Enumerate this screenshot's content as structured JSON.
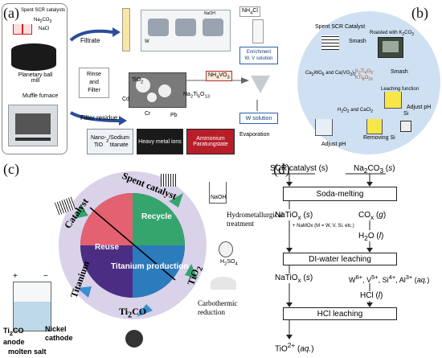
{
  "panel_a": {
    "label": "(a)",
    "inputs": [
      "Spent SCR catalysts",
      "Na2CO3",
      "NaCl"
    ],
    "mill": "Planetary ball mill",
    "furnace": "Muffle furnace",
    "filtrate": "Filtrate",
    "rinse": "Rinse and Filter",
    "residue": "Filter residue",
    "nh4cl": "NH4Cl",
    "enrichment": "Enrichment W, V solution",
    "nh4vo3": "NH4VO3",
    "wsol": "W solution",
    "evap": "Evaporation",
    "out1": "Nano-TiO2/Sodium titanate",
    "out2": "Heavy metal ions",
    "out3": "Ammonium Paratungstate",
    "elements": [
      "TiO2",
      "Cd",
      "Cr",
      "Pb",
      "Na2Ti6O13"
    ],
    "naoh": "NaOH",
    "w": "W"
  },
  "panel_b": {
    "label": "(b)",
    "spent": "Spent SCR Catalyst",
    "smash1": "Smash",
    "roasted": "Roasted with K2CO3",
    "smash2": "Smash",
    "k": "K2Ti4O9 · KTi8O16",
    "leach": "Leaching function",
    "ph1": "Adjust pH",
    "products": "Ca3WO6 and Ca(VO3)2",
    "h2o2": "H2O2 and CaCl2",
    "si": "Si",
    "rmsi": "Removing Si",
    "ph2": "Adjust pH"
  },
  "panel_c": {
    "label": "(c)",
    "ring": [
      "Catalyst",
      "Spent catalyst",
      "TiO2",
      "Ti2CO",
      "Titanium"
    ],
    "inner": [
      "Recycle",
      "Reuse",
      "Titanium production"
    ],
    "naoh": "NaOH",
    "hydro": "Hydrometallurgical treatment",
    "h2so4": "H2SO4",
    "carbo": "Carbothermic reduction",
    "anode": "Ti2CO anode",
    "cathode": "Nickel cathode",
    "salt": "molten salt",
    "plus": "+",
    "minus": "−"
  },
  "panel_d": {
    "label": "(d)",
    "scr": "SCR catalyst (s)",
    "na2co3": "Na2CO3 (s)",
    "soda": "Soda-melting",
    "natiox1": "NaTiOx (s)",
    "cox": "COx (g)",
    "namox": "+ NaMOx (M = W, V, Si, etc.)",
    "h2o": "H2O (l)",
    "di": "DI-water leaching",
    "natiox2": "NaTiOx (s)",
    "ions": "W6+, V5+, Si4+, Al3+ (aq.)",
    "hcl": "HCl (l)",
    "hclleach": "HCl leaching",
    "tio": "TiO2+ (aq.)"
  }
}
